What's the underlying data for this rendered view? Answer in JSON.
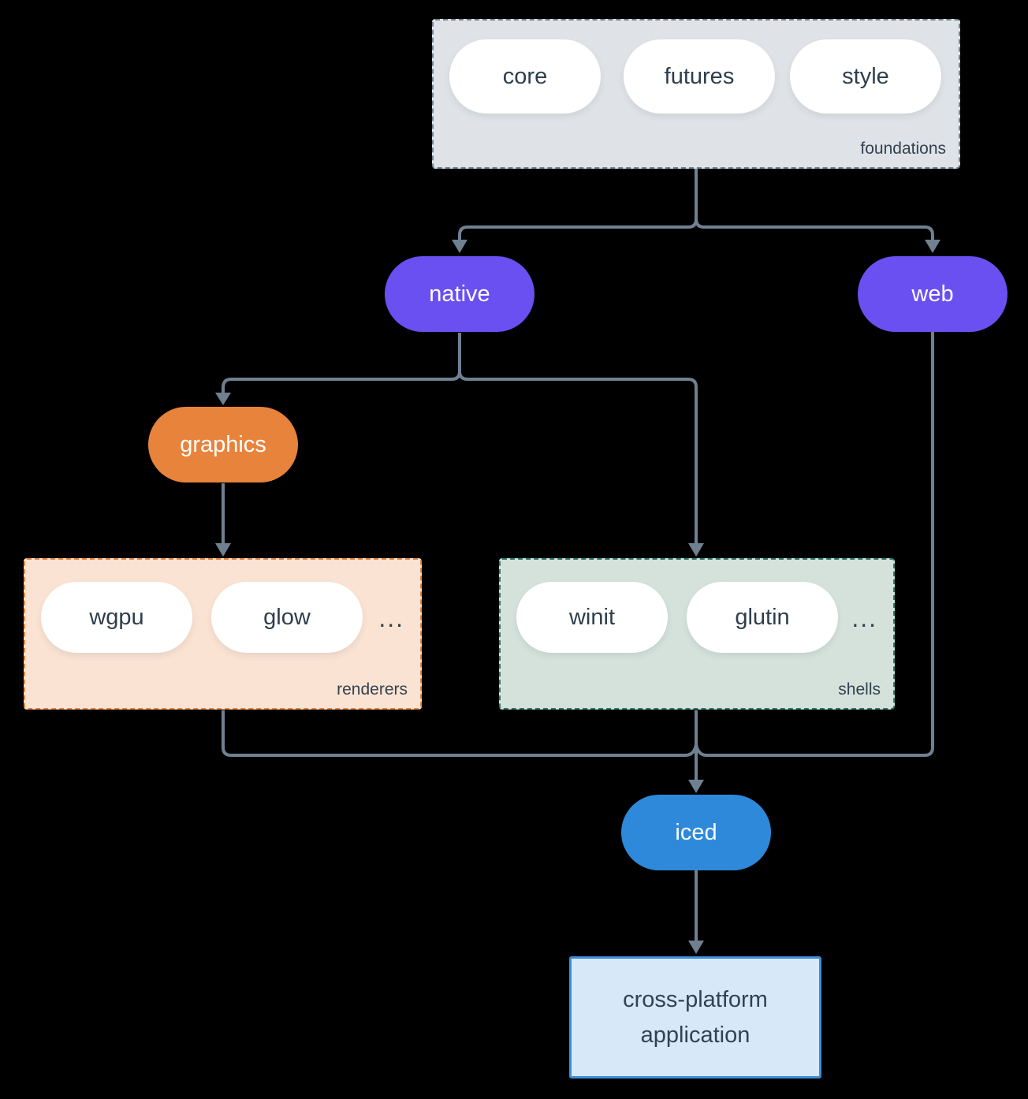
{
  "colors": {
    "background": "#000000",
    "connector": "#6f8091",
    "node_purple": "#6a4ff1",
    "node_orange": "#e8833c",
    "node_blue": "#2e89da",
    "dark_text": "#2e3e4d",
    "foundations_fill": "#dfe3e7",
    "foundations_border": "#708093",
    "renderers_fill": "#fbe3d3",
    "renderers_border": "#e8863e",
    "shells_fill": "#d5e2dc",
    "shells_border": "#2f7b6c",
    "application_fill": "#d7e8f8",
    "application_border": "#3d8cd9"
  },
  "foundations": {
    "label": "foundations",
    "items": [
      "core",
      "futures",
      "style"
    ]
  },
  "nodes": {
    "native": {
      "label": "native"
    },
    "web": {
      "label": "web"
    },
    "graphics": {
      "label": "graphics"
    },
    "iced": {
      "label": "iced"
    }
  },
  "renderers": {
    "label": "renderers",
    "items": [
      "wgpu",
      "glow"
    ],
    "ellipsis": "..."
  },
  "shells": {
    "label": "shells",
    "items": [
      "winit",
      "glutin"
    ],
    "ellipsis": "..."
  },
  "application": {
    "line1": "cross-platform",
    "line2": "application"
  }
}
